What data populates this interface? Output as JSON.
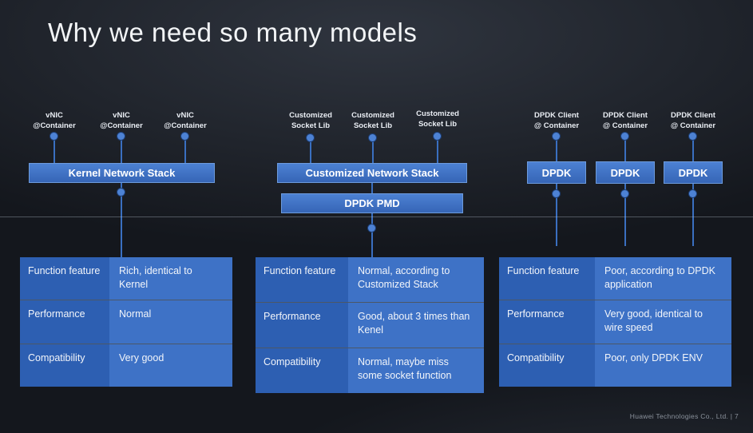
{
  "slide": {
    "title": "Why we need so many models",
    "footer": "Huawei Technologies Co., Ltd.  |  7"
  },
  "colors": {
    "background": "#14171d",
    "box_blue": "#3d71c6",
    "table_label_blue": "#2d5fb2",
    "table_value_blue": "#3e72c6",
    "connector_blue": "#3a6fc0",
    "title_text": "#f2f4f6"
  },
  "groups": [
    {
      "id": "kernel-stack",
      "nodes": [
        {
          "line1": "vNIC",
          "line2": "@Container"
        },
        {
          "line1": "vNIC",
          "line2": "@Container"
        },
        {
          "line1": "vNIC",
          "line2": "@Container"
        }
      ],
      "boxes": [
        "Kernel Network Stack"
      ],
      "table": {
        "rows": [
          {
            "label": "Function feature",
            "value": "Rich, identical to Kernel"
          },
          {
            "label": "Performance",
            "value": "Normal"
          },
          {
            "label": "Compatibility",
            "value": "Very good"
          }
        ]
      }
    },
    {
      "id": "customized-stack",
      "nodes": [
        {
          "line1": "Customized",
          "line2": "Socket Lib"
        },
        {
          "line1": "Customized",
          "line2": "Socket Lib"
        },
        {
          "line1": "Customized",
          "line2": "Socket Lib"
        }
      ],
      "boxes": [
        "Customized Network Stack",
        "DPDK PMD"
      ],
      "table": {
        "rows": [
          {
            "label": "Function feature",
            "value": "Normal, according to Customized Stack"
          },
          {
            "label": "Performance",
            "value": "Good, about 3 times than Kenel"
          },
          {
            "label": "Compatibility",
            "value": "Normal, maybe miss some socket function"
          }
        ]
      }
    },
    {
      "id": "dpdk-client",
      "nodes": [
        {
          "line1": "DPDK Client",
          "line2": "@ Container"
        },
        {
          "line1": "DPDK Client",
          "line2": "@ Container"
        },
        {
          "line1": "DPDK Client",
          "line2": "@ Container"
        }
      ],
      "boxes": [
        "DPDK",
        "DPDK",
        "DPDK"
      ],
      "table": {
        "rows": [
          {
            "label": "Function feature",
            "value": "Poor, according to DPDK application"
          },
          {
            "label": "Performance",
            "value": "Very good, identical to wire speed"
          },
          {
            "label": "Compatibility",
            "value": "Poor, only DPDK ENV"
          }
        ]
      }
    }
  ]
}
